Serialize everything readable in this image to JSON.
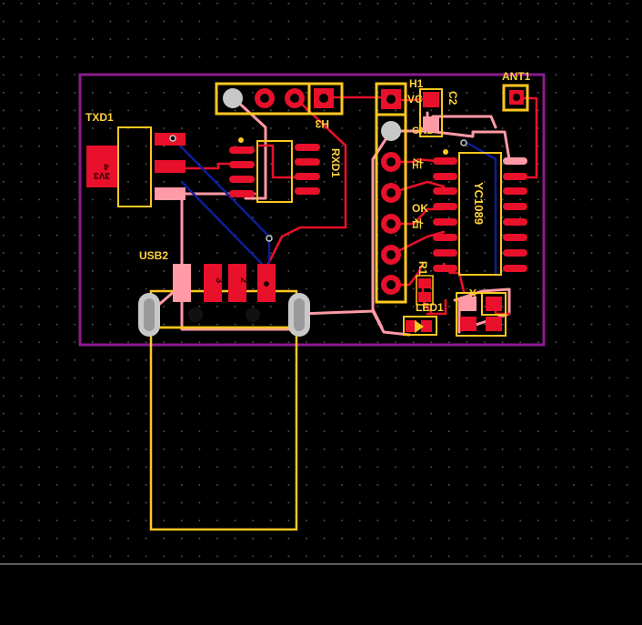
{
  "colors": {
    "background": "#000000",
    "grid_dot": "#5a5a5a",
    "board_outline": "#8e1a8e",
    "silkscreen": "#ffc81e",
    "copper_top": "#e8102a",
    "copper_bottom": "#ff9aa6",
    "trace_blue": "#0d1f9a",
    "via_ring": "#c8c8c8"
  },
  "designators": {
    "txd1": "TXD1",
    "rxd1": "RXD1",
    "h1": "H1",
    "h3": "H3",
    "c2": "C2",
    "ant1": "ANT1",
    "usb2": "USB2",
    "yc1089": "YC1089",
    "r1": "R1",
    "led1": "LED1",
    "x": "X"
  },
  "header_labels": {
    "vcc": "VCC",
    "gnd": "GND",
    "left_char": "左",
    "ok": "OK",
    "right_char": "右"
  },
  "pad_labels": {
    "txd1_top": "4",
    "txd1_bottom": "3V3",
    "usb_pad_3": "3",
    "usb_pad_2": "2"
  }
}
